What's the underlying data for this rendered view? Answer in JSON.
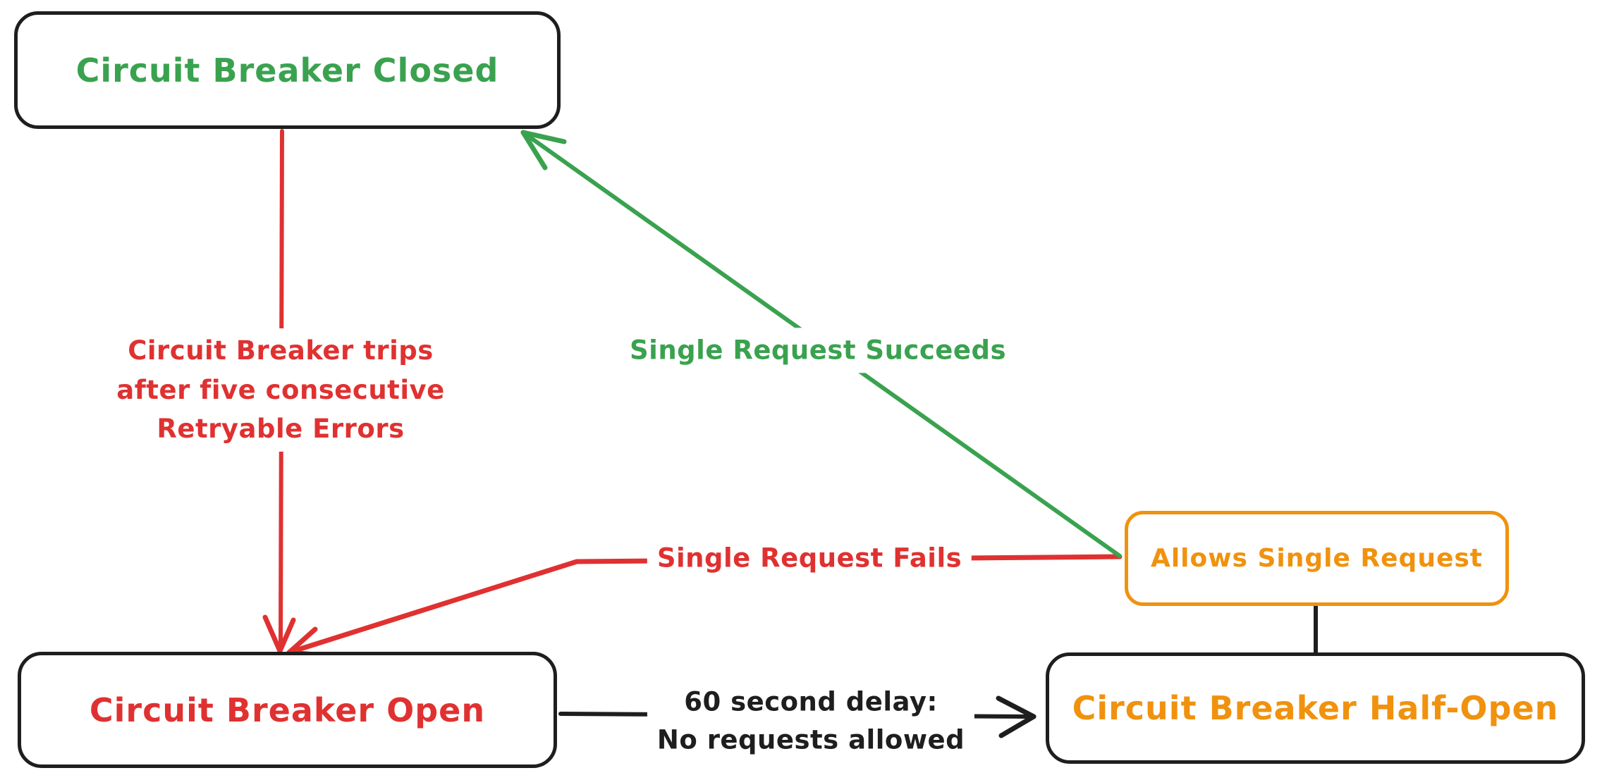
{
  "colors": {
    "background": "#ffffff",
    "ink": "#1e1e1e",
    "red": "#e03131",
    "green": "#3aa24f",
    "orange": "#f0920e"
  },
  "states": {
    "closed": {
      "label": "Circuit Breaker Closed"
    },
    "open": {
      "label": "Circuit Breaker Open"
    },
    "half_open": {
      "label": "Circuit Breaker Half-Open"
    },
    "allows_single": {
      "label": "Allows Single Request"
    }
  },
  "edges": {
    "trip": {
      "lines": [
        "Circuit Breaker trips",
        "after five consecutive",
        "Retryable Errors"
      ]
    },
    "succeeds": {
      "label": "Single Request Succeeds"
    },
    "fails": {
      "label": "Single Request Fails"
    },
    "delay": {
      "lines": [
        "60 second delay:",
        "No requests allowed"
      ]
    }
  }
}
